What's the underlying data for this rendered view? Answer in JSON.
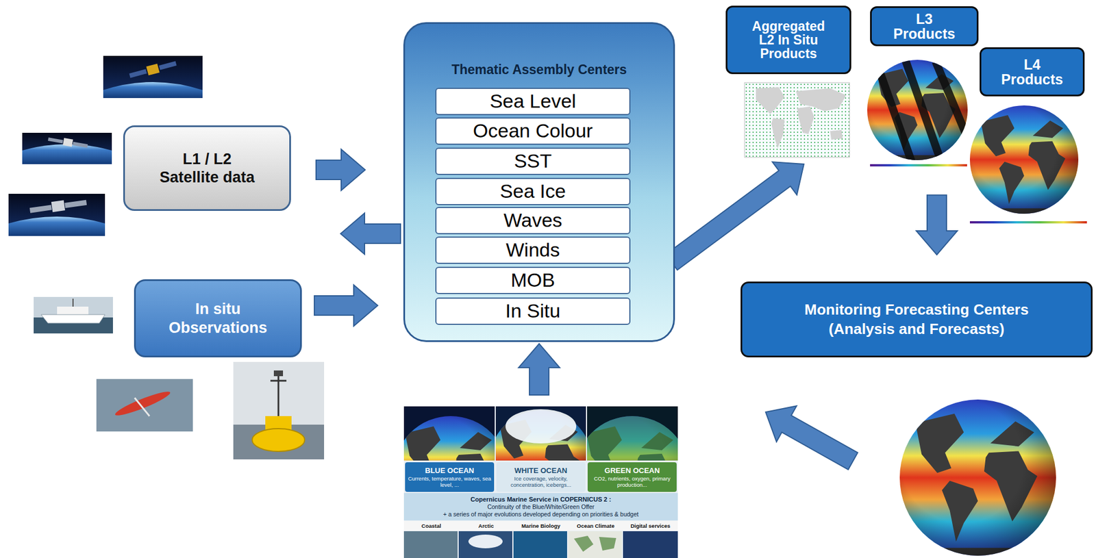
{
  "diagram": {
    "nodes": [
      {
        "text": [
          "L1 / L2 Satellite data"
        ]
      },
      {
        "text": [
          "In situ Observations"
        ]
      },
      {
        "text": [
          "Thematic Assembly Centers"
        ]
      },
      {
        "text": [
          "Sea Level"
        ],
        "in": 2
      },
      {
        "text": [
          "Ocean Colour"
        ],
        "in": 2
      },
      {
        "text": [
          "SST"
        ],
        "in": 2
      },
      {
        "text": [
          "Sea Ice"
        ],
        "in": 2
      },
      {
        "text": [
          "Waves"
        ],
        "in": 2
      },
      {
        "text": [
          "Winds"
        ],
        "in": 2
      },
      {
        "text": [
          "MOB"
        ],
        "in": 2
      },
      {
        "text": [
          "In Situ"
        ],
        "in": 2
      },
      {
        "text": [
          "BLUE OCEAN",
          "Currents, temperature, waves, sea level, ...",
          "WHITE OCEAN",
          "Ice coverage, velocity, concentration, icebergs...",
          "GREEN OCEAN",
          "CO2, nutrients, oxygen, primary production...",
          "Copernicus Marine Service in COPERNICUS 2 :",
          "Continuity of the Blue/White/Green Offer",
          "+ a series of major evolutions developed depending on priorities & budget",
          "Coastal",
          "Arctic",
          "Marine Biology",
          "Ocean Climate",
          "Digital services"
        ]
      },
      {
        "text": [
          "Aggregated L2 In Situ Products"
        ]
      },
      {
        "text": [
          "L3 Products"
        ]
      },
      {
        "text": [
          "L4 Products"
        ]
      },
      {
        "text": [
          "Monitoring Forecasting Centers (Analysis and Forecasts)"
        ]
      }
    ],
    "edges": [
      {
        "from": 0,
        "to": 2,
        "arrow": "to"
      },
      {
        "from": 2,
        "to": 0,
        "arrow": "to"
      },
      {
        "from": 1,
        "to": 2,
        "arrow": "to"
      },
      {
        "from": 11,
        "to": 2,
        "arrow": "to"
      },
      {
        "from": 2,
        "to": 12,
        "arrow": "to"
      },
      {
        "from": 13,
        "to": 15,
        "arrow": "to"
      }
    ]
  }
}
